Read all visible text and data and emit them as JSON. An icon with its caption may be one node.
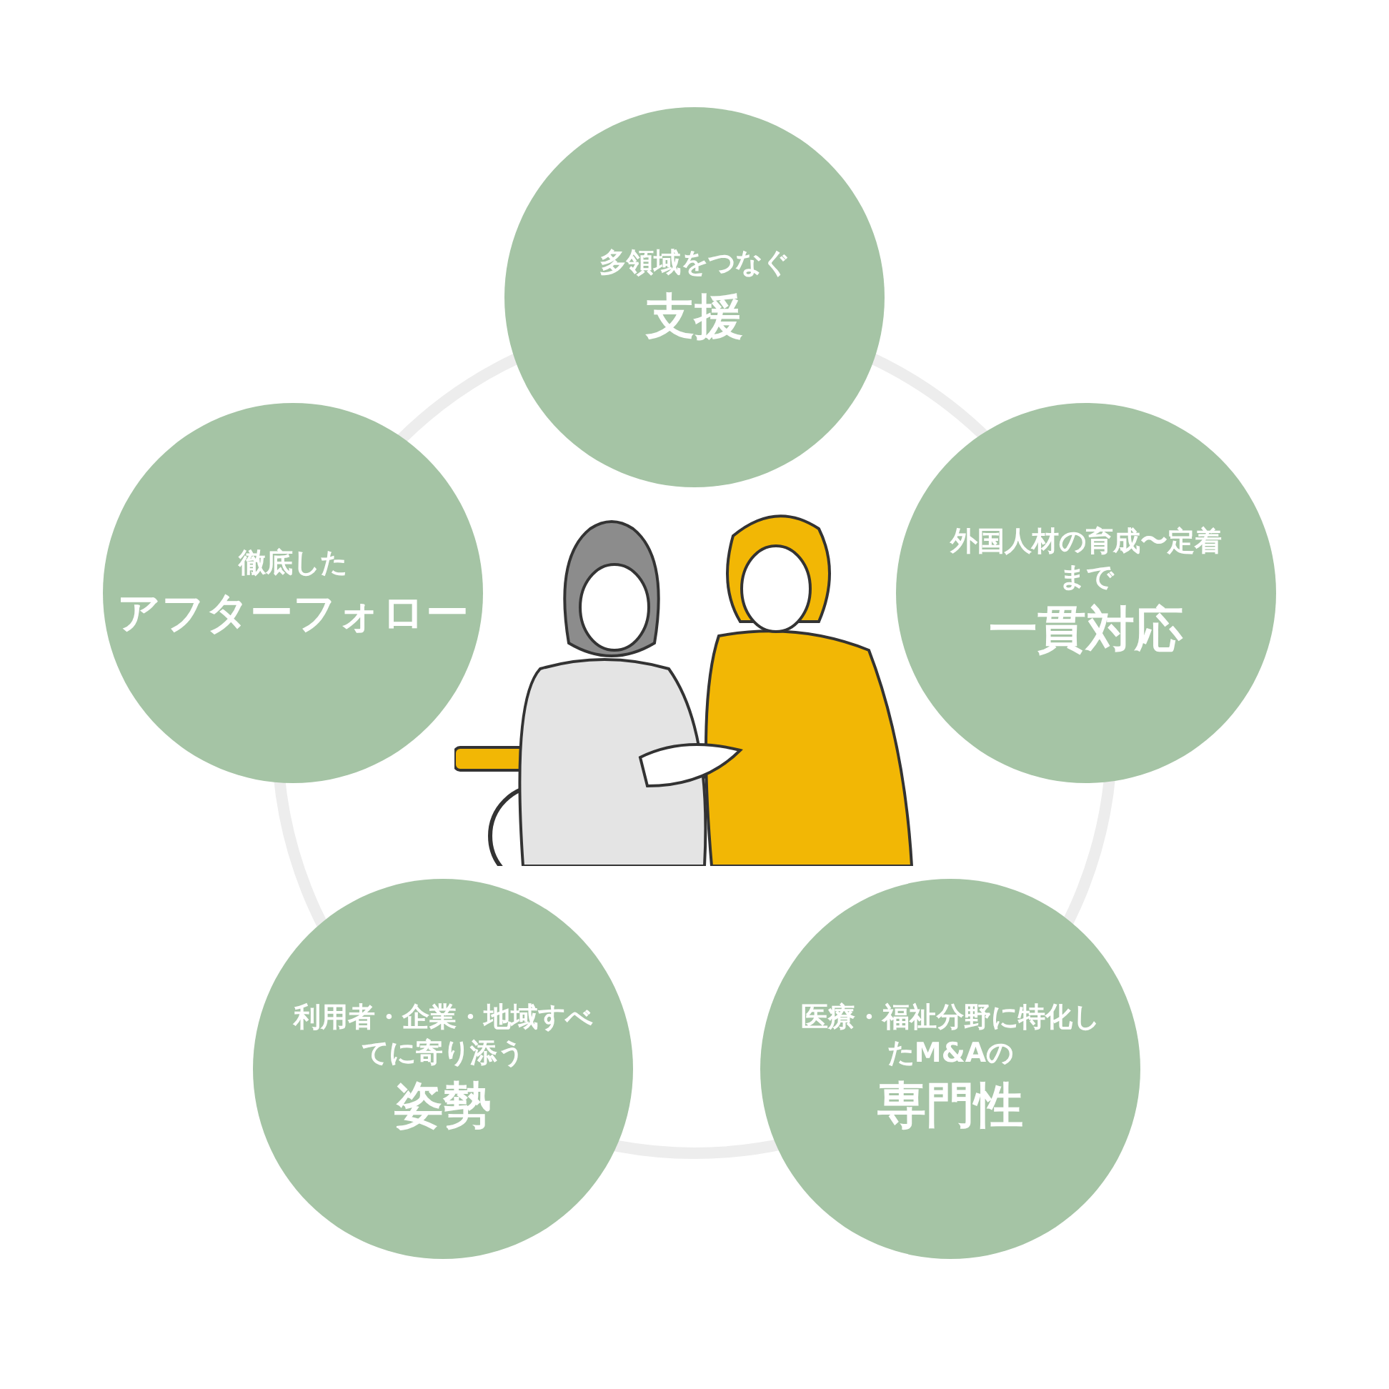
{
  "diagram": {
    "nodes": [
      {
        "text": [
          "多領域をつなぐ",
          "支援"
        ]
      },
      {
        "text": [
          "徹底した",
          "アフターフォロー"
        ]
      },
      {
        "text": [
          "外国人材の育成〜定着まで",
          "一貫対応"
        ]
      },
      {
        "text": [
          "利用者・企業・地域すべてに寄り添う",
          "姿勢"
        ]
      },
      {
        "text": [
          "医療・福祉分野に特化したM&Aの",
          "専門性"
        ]
      }
    ]
  }
}
